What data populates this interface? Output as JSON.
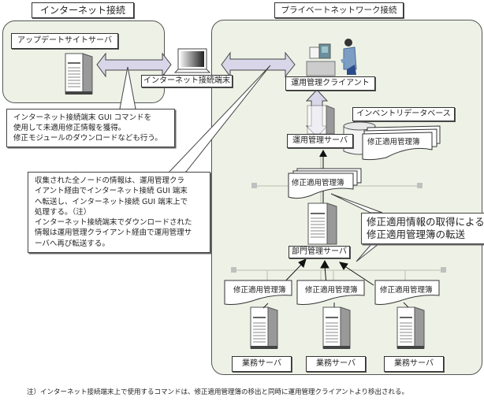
{
  "zones": {
    "internet": {
      "title": "インターネット接続"
    },
    "private": {
      "title": "プライベートネットワーク接続"
    }
  },
  "nodes": {
    "update_site_server": "アップデートサイトサーバ",
    "internet_terminal": "インターネット接続端末",
    "ops_client": "運用管理クライアント",
    "inventory_db": "インベントリデータベース",
    "ops_server": "運用管理サーバ",
    "dept_server": "部門管理サーバ",
    "business_servers": [
      "業務サーバ",
      "業務サーバ",
      "業務サーバ"
    ]
  },
  "documents": {
    "db_doc": "修正適用管理簿",
    "transfer_doc": "修正適用管理簿",
    "business_docs": [
      "修正適用管理簿",
      "修正適用管理簿",
      "修正適用管理簿"
    ]
  },
  "callouts": {
    "gui_command": "インターネット接続端末 GUI コマンドを\n使用して未適用修正情報を獲得。\n修正モジュールのダウンロードなども行う。",
    "collected_info": "収集された全ノードの情報は、運用管理クラ\nイアント経由でインターネット接続 GUI 端末\nへ転送し、インターネット接続 GUI 端末上で\n処理する。（注）\nインターネット接続端末でダウンロードされた\n情報は運用管理クライアント経由で運用管理サ\nーバへ再び転送する。",
    "transfer": "修正適用情報の取得による\n修正適用管理簿の転送"
  },
  "footnote": "注）インターネット接続端末上で使用するコマンドは、修正適用管理簿の移出と同時に運用管理クライアントより移出される。",
  "colors": {
    "zone_fill": "#eef2e6",
    "arrow_fill": "#d8d6e8",
    "server_gray": "#c8c8c8"
  }
}
